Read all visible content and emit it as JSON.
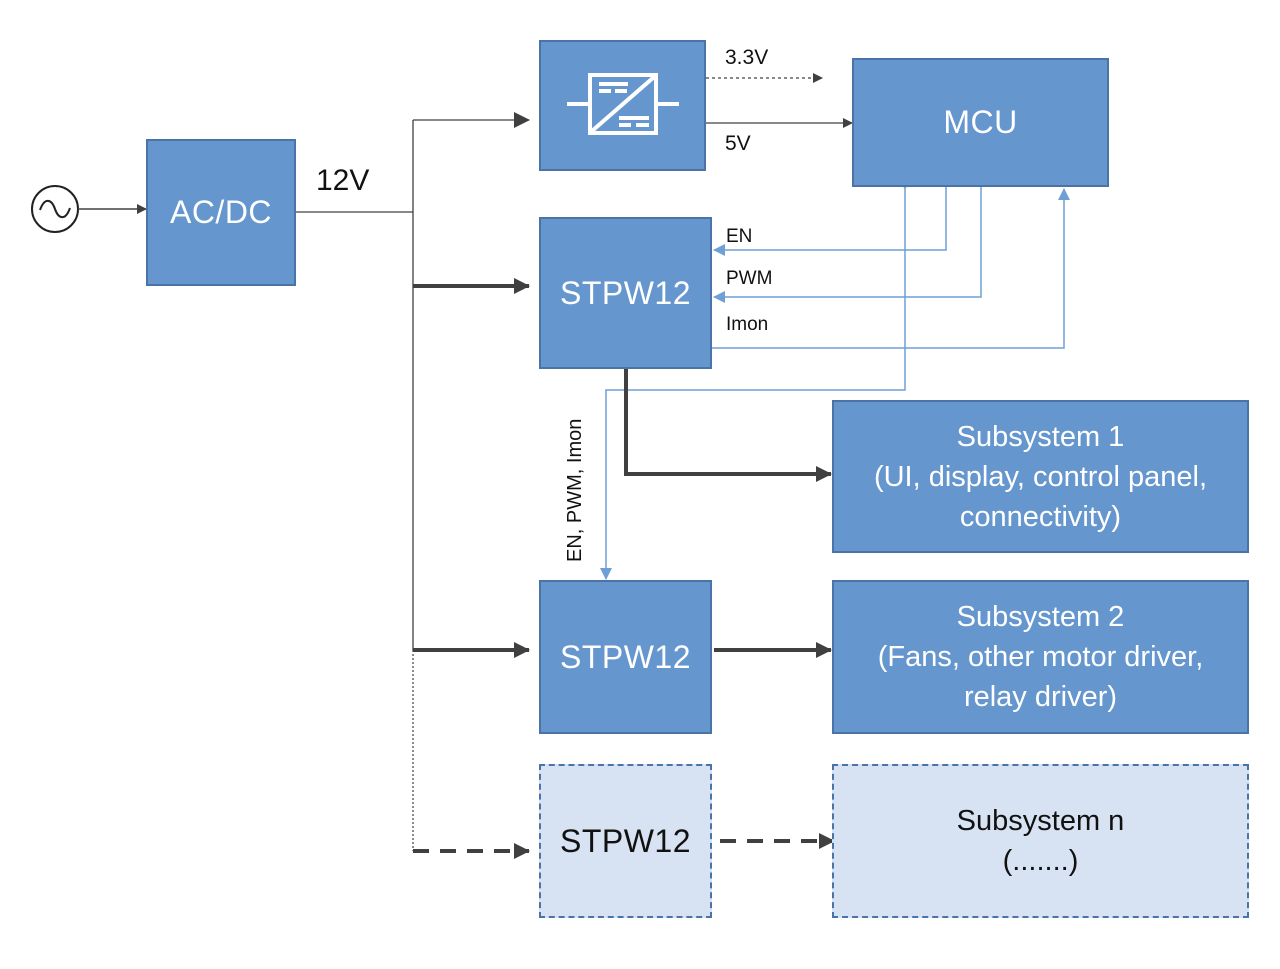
{
  "diagram": {
    "source": {
      "name": "AC source",
      "icon": "ac-sine-source-icon"
    },
    "acdc": {
      "label": "AC/DC"
    },
    "bus_label": "12V",
    "converter": {
      "name": "DC-DC converter",
      "icon": "dc-dc-converter-icon"
    },
    "converter_outputs": {
      "v33": "3.3V",
      "v5": "5V"
    },
    "mcu": {
      "label": "MCU"
    },
    "stpw1": {
      "label": "STPW12"
    },
    "stpw2": {
      "label": "STPW12"
    },
    "stpwn": {
      "label": "STPW12"
    },
    "signals": {
      "en": "EN",
      "pwm": "PWM",
      "imon": "Imon",
      "combined": "EN, PWM, Imon"
    },
    "subsystem1": {
      "title": "Subsystem 1",
      "line1": "(UI, display, control panel,",
      "line2": "connectivity)"
    },
    "subsystem2": {
      "title": "Subsystem 2",
      "line1": "(Fans, other motor driver,",
      "line2": "relay driver)"
    },
    "subsystemn": {
      "title": "Subsystem n",
      "line1": "(.......)"
    },
    "colors": {
      "block": "#6596cd",
      "block_border": "#4a74a8",
      "ghost_block": "#d7e3f2",
      "signal": "#6f9fd6",
      "power": "#404040"
    }
  }
}
